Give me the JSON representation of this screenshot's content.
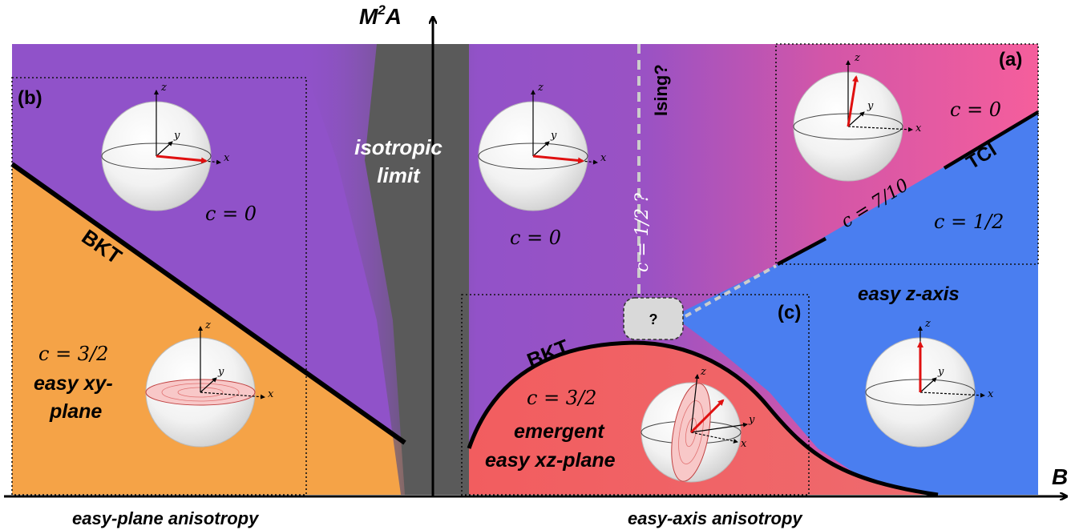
{
  "axes": {
    "y_label": "M",
    "y_sup": "2",
    "y_tail": "A",
    "x_label": "B",
    "left_caption": "easy-plane anisotropy",
    "right_caption": "easy-axis anisotropy"
  },
  "panels": {
    "a": "(a)",
    "b": "(b)",
    "c": "(c)"
  },
  "regions": {
    "isotropic_line1": "isotropic",
    "isotropic_line2": "limit",
    "left_c0": "c = 0",
    "left_c32": "c = 3/2",
    "easy_xy_1": "easy xy-",
    "easy_xy_2": "plane",
    "mid_c0": "c = 0",
    "ising_label": "Ising?",
    "c_half_q": "c = 1/2 ?",
    "top_right_c0": "c = 0",
    "c_710": "c = 7/10",
    "tci": "TCI",
    "c_half": "c = 1/2",
    "easy_z_axis": "easy z-axis",
    "question": "?",
    "emergent_c32": "c = 3/2",
    "emergent_1": "emergent",
    "emergent_2": "easy xz-plane"
  },
  "transitions": {
    "bkt_left": "BKT",
    "bkt_right": "BKT"
  },
  "sphere_axes": {
    "x": "x",
    "y": "y",
    "z": "z"
  },
  "colors": {
    "purple": "#9052c9",
    "orange": "#f5a347",
    "gray": "#5a5a5a",
    "pink": "#f55e9c",
    "blue": "#4a7ef0",
    "salmon": "#ee6a6e",
    "arrow_red": "#e01010"
  }
}
